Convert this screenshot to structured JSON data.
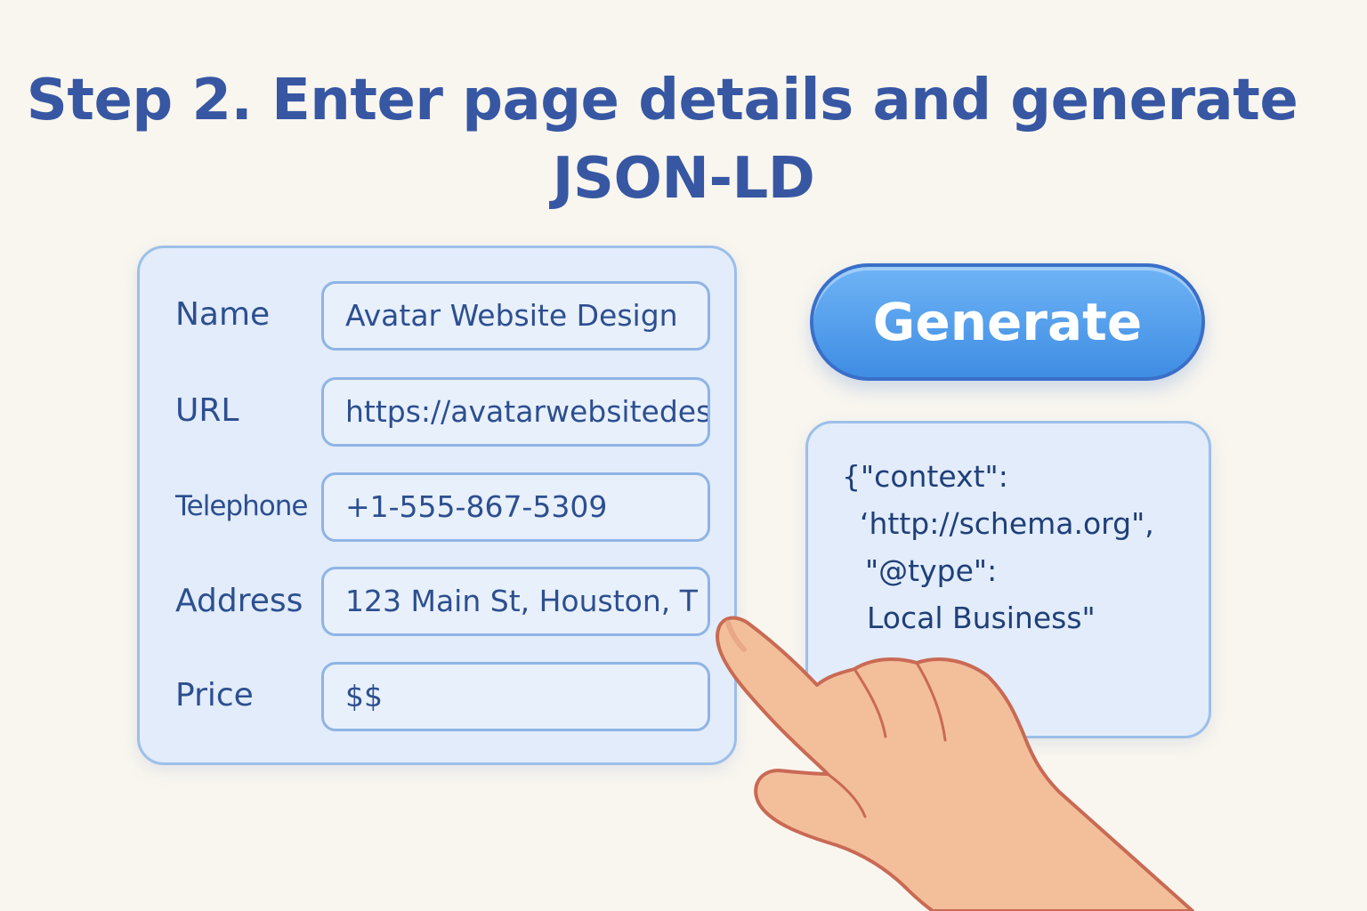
{
  "title": {
    "line1": "Step 2. Enter page details and generate",
    "line2": "JSON-LD"
  },
  "form": {
    "fields": [
      {
        "label": "Name",
        "value": "Avatar Website Design"
      },
      {
        "label": "URL",
        "value": "https://avatarwebsitedes"
      },
      {
        "label": "Telephone",
        "value": "+1-555-867-5309"
      },
      {
        "label": "Address",
        "value": "123 Main St, Houston, T"
      },
      {
        "label": "Price",
        "value": "$$"
      }
    ]
  },
  "generate_button": {
    "label": "Generate"
  },
  "output": {
    "lines": [
      "{\"context\":",
      "‘http://schema.org\",",
      "\"@type\":",
      "Local Business\""
    ]
  },
  "icons": {
    "pointer": "pointing-hand-icon"
  },
  "colors": {
    "background": "#f9f6ef",
    "title": "#3757a3",
    "card_fill": "#e2ecfa",
    "card_border": "#9cbfe9",
    "button_fill": "#4a95e8",
    "button_border": "#3a6fc8",
    "text": "#2d4f90",
    "hand_fill": "#f3bf9b",
    "hand_outline": "#c96a55"
  }
}
